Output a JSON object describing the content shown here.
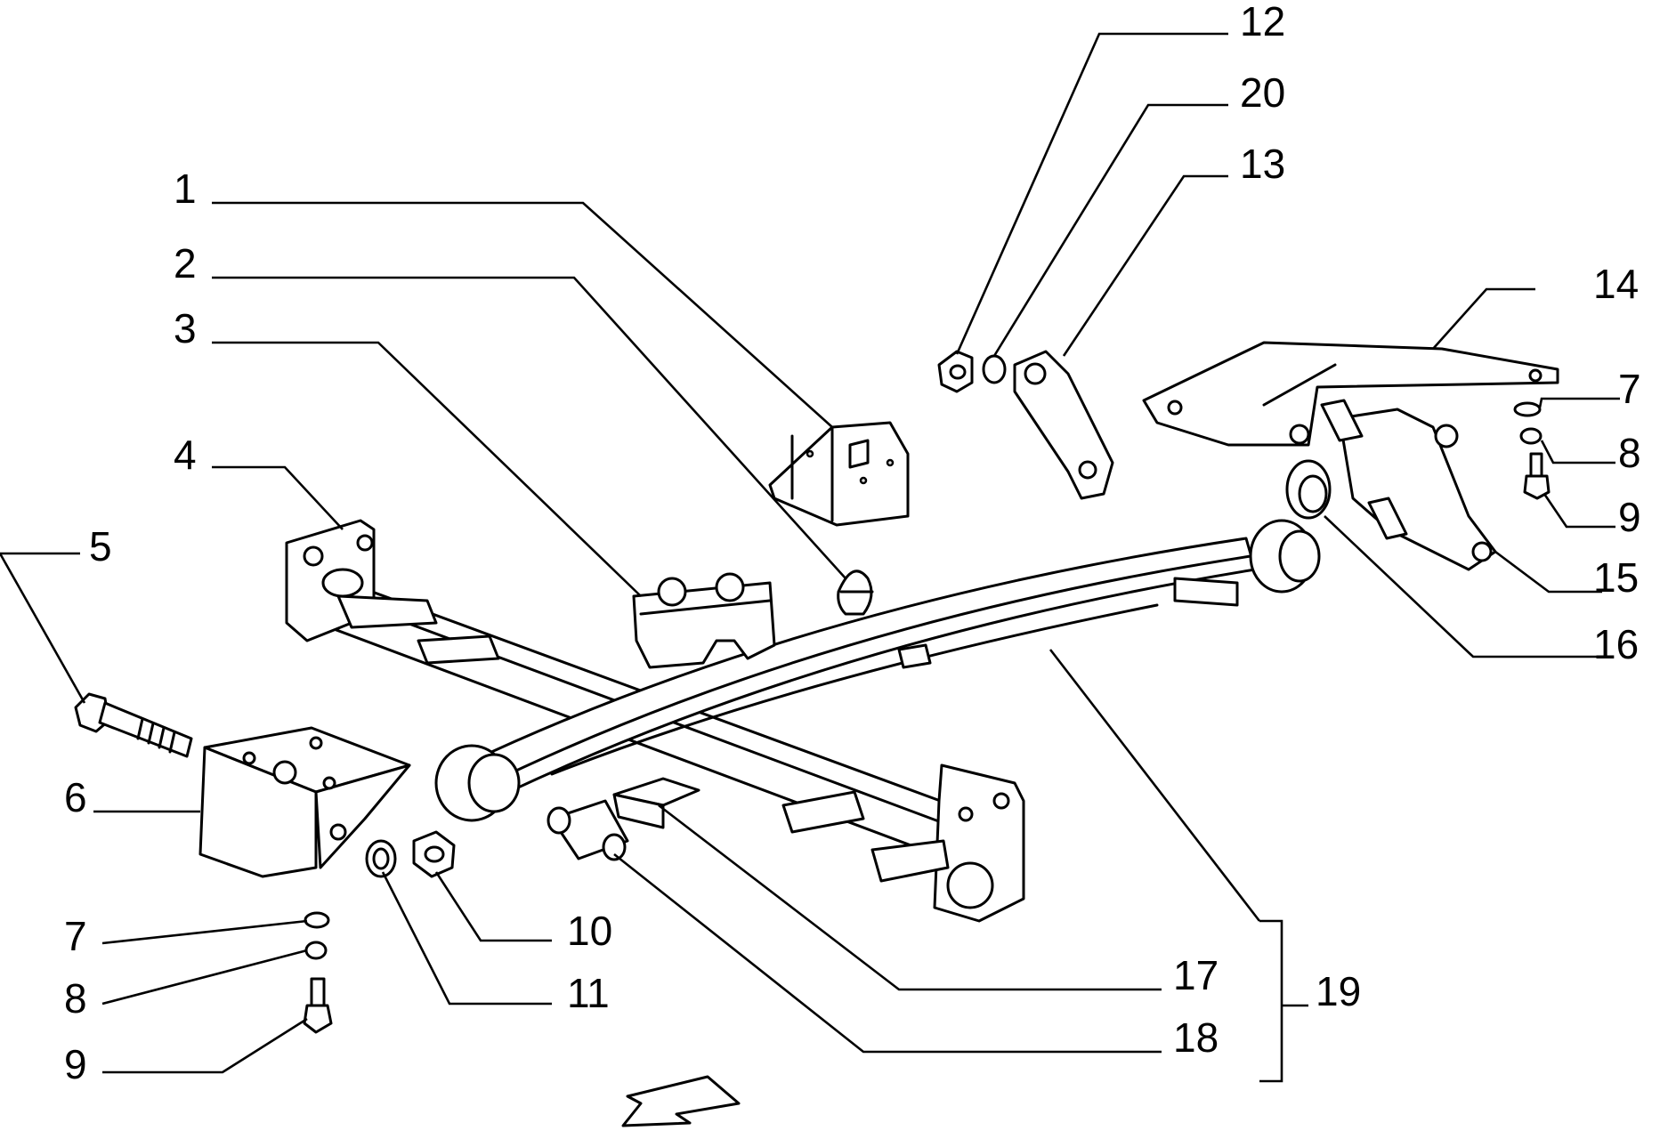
{
  "labels": {
    "l1": "1",
    "l2": "2",
    "l3": "3",
    "l4": "4",
    "l5": "5",
    "l6": "6",
    "l7a": "7",
    "l8a": "8",
    "l9a": "9",
    "l10": "10",
    "l11": "11",
    "l12": "12",
    "l13": "13",
    "l14": "14",
    "l7b": "7",
    "l8b": "8",
    "l9b": "9",
    "l15": "15",
    "l16": "16",
    "l17": "17",
    "l18": "18",
    "l19": "19",
    "l20": "20"
  }
}
